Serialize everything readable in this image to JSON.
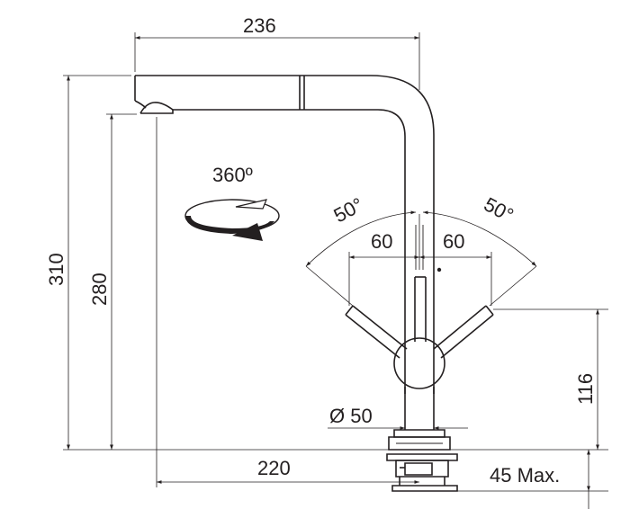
{
  "dimensions": {
    "spout_reach": "236",
    "total_height": "310",
    "outlet_height": "280",
    "base_reach": "220",
    "lever_height": "116",
    "lever_angle_left": "50°",
    "lever_angle_right": "50°",
    "lever_offset_left": "60",
    "lever_offset_right": "60",
    "base_diameter": "Ø 50",
    "max_thickness": "45 Max.",
    "rotation": "360º"
  },
  "colors": {
    "line": "#231f20",
    "background": "#ffffff"
  }
}
